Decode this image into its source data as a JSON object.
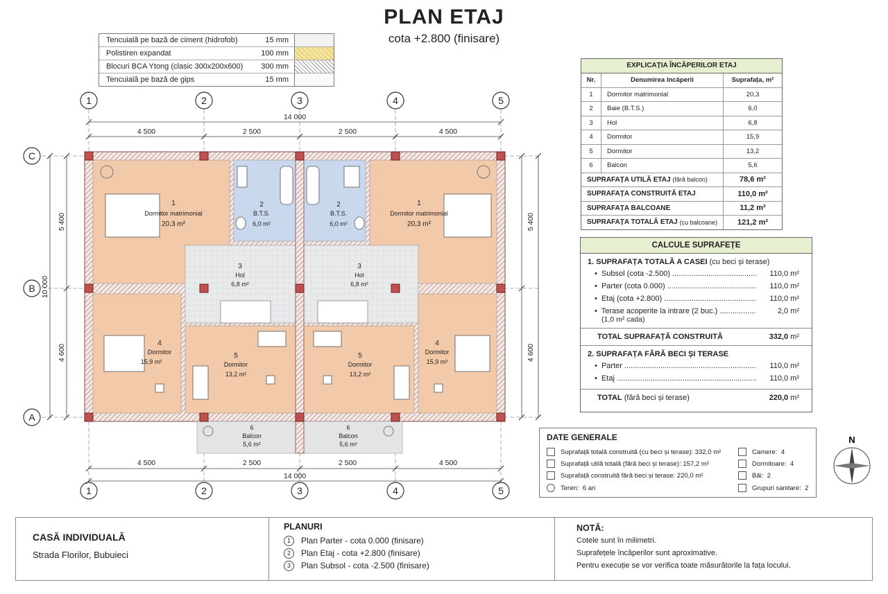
{
  "header": {
    "title": "PLAN ETAJ",
    "subtitle": "cota +2.800 (finisare)"
  },
  "legend": [
    {
      "name": "Tencuială pe bază de ciment (hidrofob)",
      "value": "15 mm"
    },
    {
      "name": "Polistiren expandat",
      "value": "100 mm"
    },
    {
      "name": "Blocuri BCA Ytong (clasic 300x200x600)",
      "value": "300 mm"
    },
    {
      "name": "Tencuială pe bază de gips",
      "value": "15 mm"
    }
  ],
  "plan": {
    "axes_x": [
      "1",
      "2",
      "3",
      "4",
      "5"
    ],
    "axes_y": [
      "C",
      "B",
      "A"
    ],
    "dim_total": "14 000",
    "dims_top": [
      "4 500",
      "2 500",
      "2 500",
      "4 500"
    ],
    "dims_side": [
      "5 400",
      "4 600"
    ],
    "dim_side_total": "10 000",
    "rooms": [
      {
        "num": "1",
        "name": "Dormitor matrimonial",
        "area": "20,3 m²"
      },
      {
        "num": "2",
        "name": "B.T.S.",
        "area": "6,0 m²"
      },
      {
        "num": "2",
        "name": "B.T.S.",
        "area": "6,0 m²"
      },
      {
        "num": "1",
        "name": "Dormitor matrimonial",
        "area": "20,3 m²"
      },
      {
        "num": "3",
        "name": "Hol",
        "area": "6,8 m²"
      },
      {
        "num": "3",
        "name": "Hol",
        "area": "6,8 m²"
      },
      {
        "num": "4",
        "name": "Dormitor",
        "area": "15,9 m²"
      },
      {
        "num": "5",
        "name": "Dormitor",
        "area": "13,2 m²"
      },
      {
        "num": "5",
        "name": "Dormitor",
        "area": "13,2 m²"
      },
      {
        "num": "4",
        "name": "Dormitor",
        "area": "15,9 m²"
      },
      {
        "num": "6",
        "name": "Balcon",
        "area": "5,6 m²"
      },
      {
        "num": "6",
        "name": "Balcon",
        "area": "5,6 m²"
      }
    ],
    "north": "N"
  },
  "rooms_table": {
    "title": "EXPLICAȚIA ÎNCĂPERILOR ETAJ",
    "headers": [
      "Nr.",
      "Denumirea încăperii",
      "Suprafața, m²"
    ],
    "rows": [
      [
        "1",
        "Dormitor matrimonial",
        "20,3"
      ],
      [
        "2",
        "Baie (B.T.S.)",
        "6,0"
      ],
      [
        "3",
        "Hol",
        "6,8"
      ],
      [
        "4",
        "Dormitor",
        "15,9"
      ],
      [
        "5",
        "Dormitor",
        "13,2"
      ],
      [
        "6",
        "Balcon",
        "5,6"
      ]
    ],
    "totals": [
      {
        "label": "SUPRAFAȚA UTILĂ ETAJ",
        "note": "(fără balcon)",
        "value": "78,6",
        "unit": "m²"
      },
      {
        "label": "SUPRAFAȚA CONSTRUITĂ ETAJ",
        "note": "",
        "value": "110,0",
        "unit": "m²"
      },
      {
        "label": "SUPRAFAȚA BALCOANE",
        "note": "",
        "value": "11,2",
        "unit": "m²"
      },
      {
        "label": "SUPRAFAȚA TOTALĂ ETAJ",
        "note": "(cu balcoane)",
        "value": "121,2",
        "unit": "m²"
      }
    ]
  },
  "calc": {
    "title": "CALCULE SUPRAFEȚE",
    "s1": {
      "title": "1. SUPRAFAȚA TOTALĂ A CASEI",
      "note": "(cu beci și terase)",
      "items": [
        {
          "name": "Subsol (cota -2.500) ...........................................",
          "value": "110,0 m²"
        },
        {
          "name": "Parter (cota 0.000) .............................................",
          "value": "110,0 m²"
        },
        {
          "name": "Etaj (cota +2.800) ..............................................",
          "value": "110,0 m²"
        },
        {
          "name": "Terase acoperite la intrare (2 buc.) .................",
          "value": "2,0 m²"
        }
      ],
      "sub": "(1,0 m² cada)",
      "total_label": "TOTAL SUPRAFAȚĂ CONSTRUITĂ",
      "total_value": "332,0",
      "total_unit": "m²"
    },
    "s2": {
      "title": "2. SUPRAFAȚA FĂRĂ BECI ȘI TERASE",
      "items": [
        {
          "name": "Parter ............................................................................",
          "value": "110,0 m²"
        },
        {
          "name": "Etaj ...............................................................................",
          "value": "110,0 m²"
        }
      ],
      "total_label": "TOTAL",
      "total_note": "(fără beci și terase)",
      "total_value": "220,0",
      "total_unit": "m²"
    }
  },
  "general": {
    "title": "DATE GENERALE",
    "left": [
      {
        "label": "Suprafață totală construită (cu beci și terase):",
        "value": "332,0 m²"
      },
      {
        "label": "Suprafață utilă totală (fără beci și terase):",
        "value": "157,2 m²"
      },
      {
        "label": "Suprafață construită fără beci și terase:",
        "value": "220,0 m²"
      }
    ],
    "teren_label": "Teren:",
    "teren_value": "6 ari",
    "right": [
      {
        "label": "Camere:",
        "value": "4"
      },
      {
        "label": "Dormitoare:",
        "value": "4"
      },
      {
        "label": "Băi:",
        "value": "2"
      },
      {
        "label": "Grupuri sanitare:",
        "value": "2"
      }
    ]
  },
  "footer": {
    "project": "CASĂ INDIVIDUALĂ",
    "address": "Strada Florilor, Bubuieci",
    "plans_title": "PLANURI",
    "plans": [
      {
        "n": "1",
        "label": "Plan Parter - cota 0.000 (finisare)"
      },
      {
        "n": "2",
        "label": "Plan Etaj - cota +2.800 (finisare)"
      },
      {
        "n": "3",
        "label": "Plan Subsol - cota -2.500 (finisare)"
      }
    ],
    "note_title": "NOTĂ:",
    "notes": [
      "Cotele sunt în milimetri.",
      "Suprafețele încăperilor sunt aproximative.",
      "Pentru execuție se vor verifica toate măsurătorile la fața locului."
    ]
  }
}
